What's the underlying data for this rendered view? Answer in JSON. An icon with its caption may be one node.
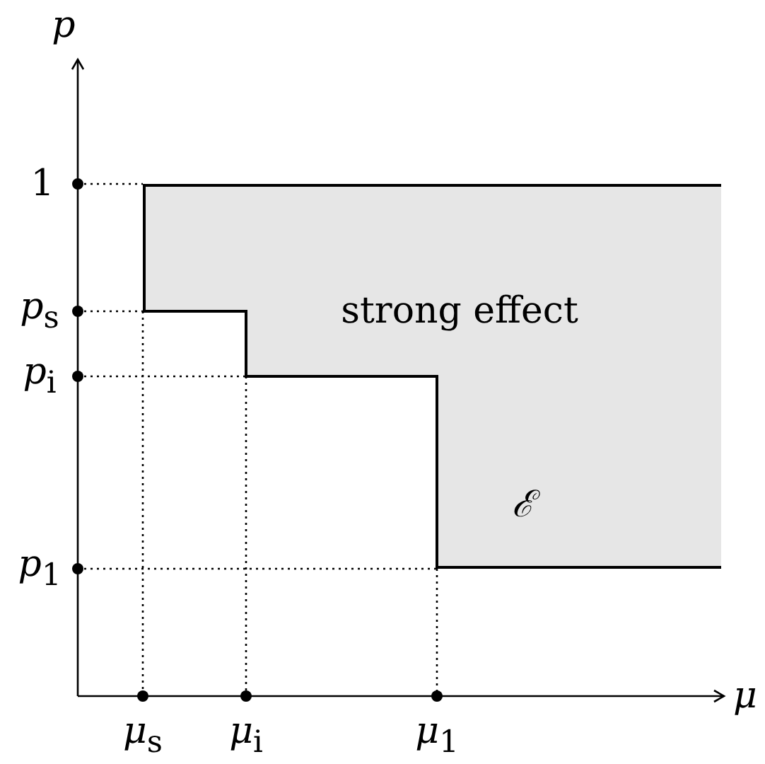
{
  "diagram": {
    "nodes": [
      {
        "text": [
          "strong effect",
          "*ℰ*"
        ]
      }
    ],
    "edges": [],
    "labels": [
      "*p*",
      "1",
      "*p*$_{s}$",
      "*p*$_{i}$",
      "*p*$_{1}$",
      "*μ*$_{s}$",
      "*μ*$_{i}$",
      "*μ*$_{1}$",
      "*μ*"
    ]
  }
}
